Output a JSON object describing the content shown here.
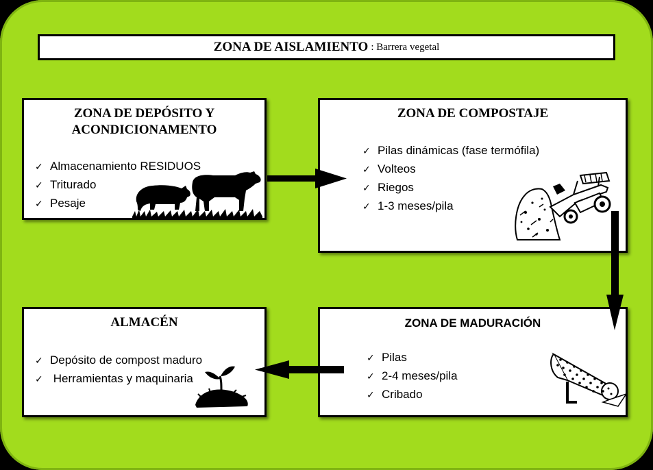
{
  "header": {
    "title": "ZONA DE AISLAMIENTO",
    "subtitle": ": Barrera vegetal"
  },
  "boxes": {
    "deposito": {
      "title_line1": "ZONA DE DEPÓSITO Y",
      "title_line2": "ACONDICIONAMENTO",
      "items": [
        "Almacenamiento RESIDUOS",
        "Triturado",
        "Pesaje"
      ],
      "illustration": "pig-and-cow-silhouette"
    },
    "compostaje": {
      "title": "ZONA DE COMPOSTAJE",
      "items": [
        "Pilas dinámicas (fase termófila)",
        "Volteos",
        "Riegos",
        "1-3 meses/pila"
      ],
      "illustration": "compost-turner-tractor"
    },
    "maduracion": {
      "title": "ZONA DE MADURACIÓN",
      "items": [
        "Pilas",
        "2-4 meses/pila",
        "Cribado"
      ],
      "illustration": "rotary-sieve"
    },
    "almacen": {
      "title": "ALMACÉN",
      "items": [
        "Depósito de compost maduro",
        " Herramientas y maquinaria"
      ],
      "illustration": "seedling-in-soil"
    }
  },
  "check_glyph": "✓",
  "colors": {
    "background": "#a2dc1d",
    "border": "#000000",
    "box": "#ffffff"
  }
}
